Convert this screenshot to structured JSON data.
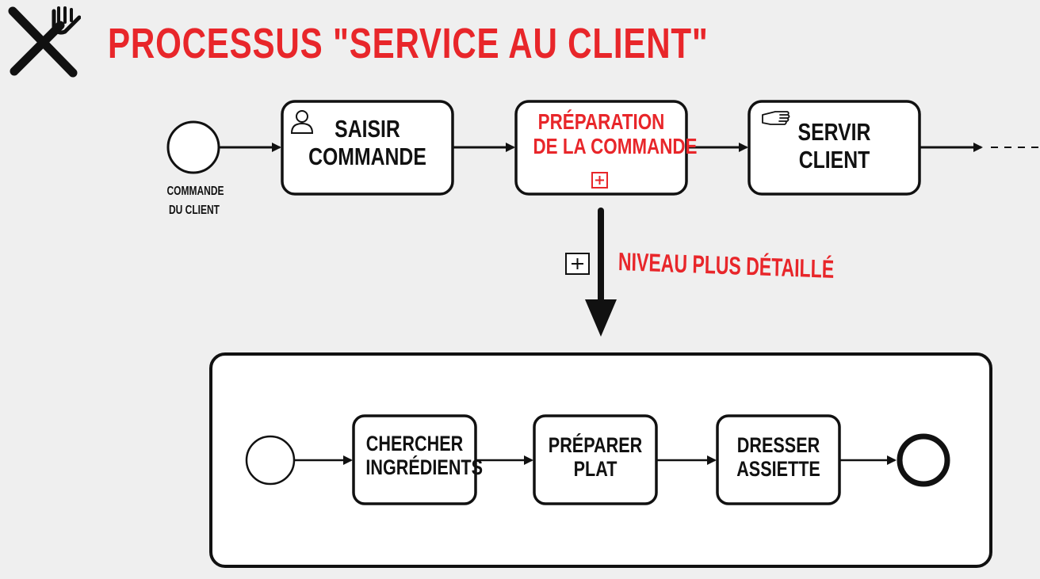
{
  "title": "PROCESSUS \"SERVICE AU CLIENT\"",
  "top_flow": {
    "start_event_label": [
      "COMMANDE",
      "DU CLIENT"
    ],
    "tasks": [
      {
        "lines": [
          "SAISIR",
          "COMMANDE"
        ],
        "icon": "user-icon"
      },
      {
        "lines": [
          "PRÉPARATION",
          "DE LA COMMANDE"
        ],
        "icon": "collapsed-subprocess-marker",
        "highlight": true
      },
      {
        "lines": [
          "SERVIR",
          "CLIENT"
        ],
        "icon": "hand-icon"
      }
    ]
  },
  "detail_label": "NIVEAU PLUS DÉTAILLÉ",
  "sub_flow": {
    "tasks": [
      {
        "lines": [
          "CHERCHER",
          "INGRÉDIENTS"
        ]
      },
      {
        "lines": [
          "PRÉPARER",
          "PLAT"
        ]
      },
      {
        "lines": [
          "DRESSER",
          "ASSIETTE"
        ]
      }
    ]
  },
  "colors": {
    "accent": "#e8262a",
    "stroke": "#111111",
    "background": "#efefef"
  }
}
